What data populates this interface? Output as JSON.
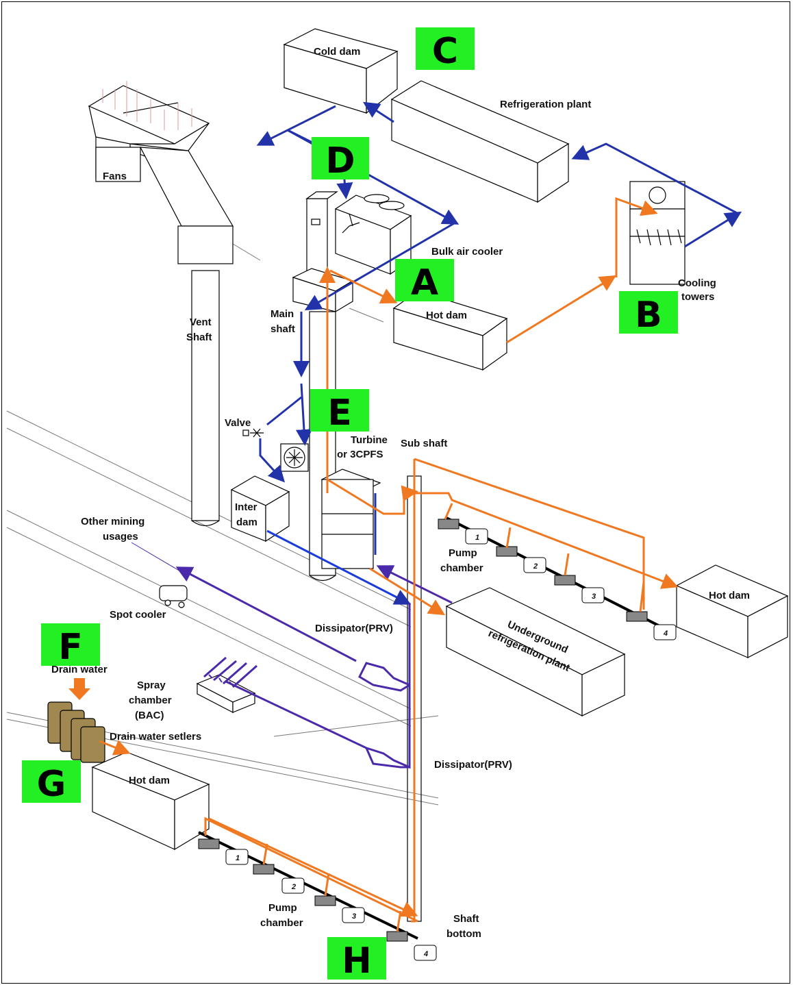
{
  "labels": {
    "cold_dam": "Cold dam",
    "refrigeration_plant": "Refrigeration plant",
    "fans": "Fans",
    "bulk_air_cooler": "Bulk air cooler",
    "cooling_towers_1": "Cooling",
    "cooling_towers_2": "towers",
    "hot_dam_top": "Hot dam",
    "main_shaft_1": "Main",
    "main_shaft_2": "shaft",
    "vent_shaft_1": "Vent",
    "vent_shaft_2": "Shaft",
    "valve": "Valve",
    "turbine_1": "Turbine",
    "turbine_2": "or 3CPFS",
    "sub_shaft": "Sub shaft",
    "inter_dam_1": "Inter",
    "inter_dam_2": "dam",
    "other_mining_1": "Other mining",
    "other_mining_2": "usages",
    "pump_chamber_upper_1": "Pump",
    "pump_chamber_upper_2": "chamber",
    "hot_dam_right": "Hot dam",
    "spot_cooler": "Spot cooler",
    "dissipator_upper": "Dissipator(PRV)",
    "underground_plant_1": "Underground",
    "underground_plant_2": "refrigeration plant",
    "drain_water": "Drain water",
    "spray_chamber_1": "Spray",
    "spray_chamber_2": "chamber",
    "spray_chamber_3": "(BAC)",
    "drain_water_settlers": "Drain water setlers",
    "hot_dam_bottom": "Hot dam",
    "dissipator_lower": "Dissipator(PRV)",
    "pump_chamber_lower_1": "Pump",
    "pump_chamber_lower_2": "chamber",
    "shaft_bottom_1": "Shaft",
    "shaft_bottom_2": "bottom"
  },
  "badges": {
    "a": "A",
    "b": "B",
    "c": "C",
    "d": "D",
    "e": "E",
    "f": "F",
    "g": "G",
    "h": "H"
  },
  "pump_numbers": [
    "1",
    "2",
    "3",
    "4"
  ],
  "colors": {
    "badge": "#22f022",
    "hot_water": "#f07820",
    "cold_water": "#2233aa",
    "chilled_line": "#1a3cdc",
    "purple_line": "#4a2aaa",
    "settler": "#a08850"
  }
}
